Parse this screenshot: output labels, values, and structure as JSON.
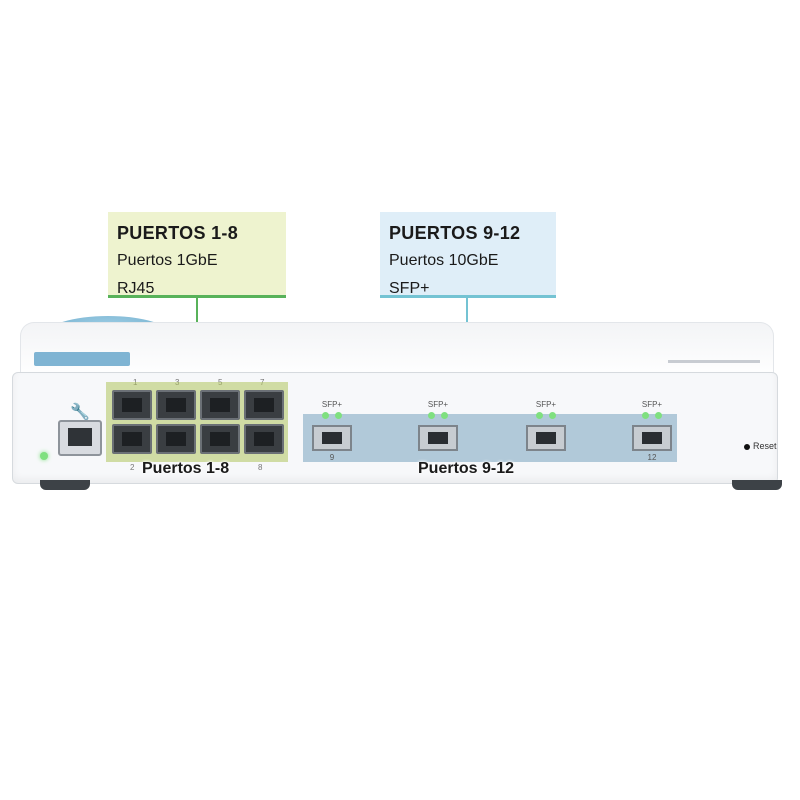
{
  "callouts": {
    "left": {
      "title": "PUERTOS 1-8",
      "line1": "Puertos 1GbE",
      "line2": "RJ45"
    },
    "right": {
      "title": "PUERTOS 9-12",
      "line1": "Puertos 10GbE",
      "line2": "SFP+"
    }
  },
  "device": {
    "rj45_group_label": "Puertos 1-8",
    "sfp_group_label": "Puertos 9-12",
    "rj45_top_numbers": [
      "1",
      "3",
      "5",
      "7"
    ],
    "rj45_bottom_numbers": [
      "2",
      "8"
    ],
    "sfp_ports": [
      {
        "label": "SFP+",
        "number": "9"
      },
      {
        "label": "SFP+",
        "number": ""
      },
      {
        "label": "SFP+",
        "number": ""
      },
      {
        "label": "SFP+",
        "number": "12"
      }
    ],
    "reset_label": "Reset",
    "management_icon": "wrench-icon"
  },
  "colors": {
    "rj45_highlight": "#b0c45c",
    "sfp_highlight": "#78a2be",
    "left_callout_bg": "#eef3cf",
    "right_callout_bg": "#dfeef8",
    "left_leader": "#58b25a",
    "right_leader": "#74c3d3",
    "fan_cap": "#6aa8c8"
  }
}
